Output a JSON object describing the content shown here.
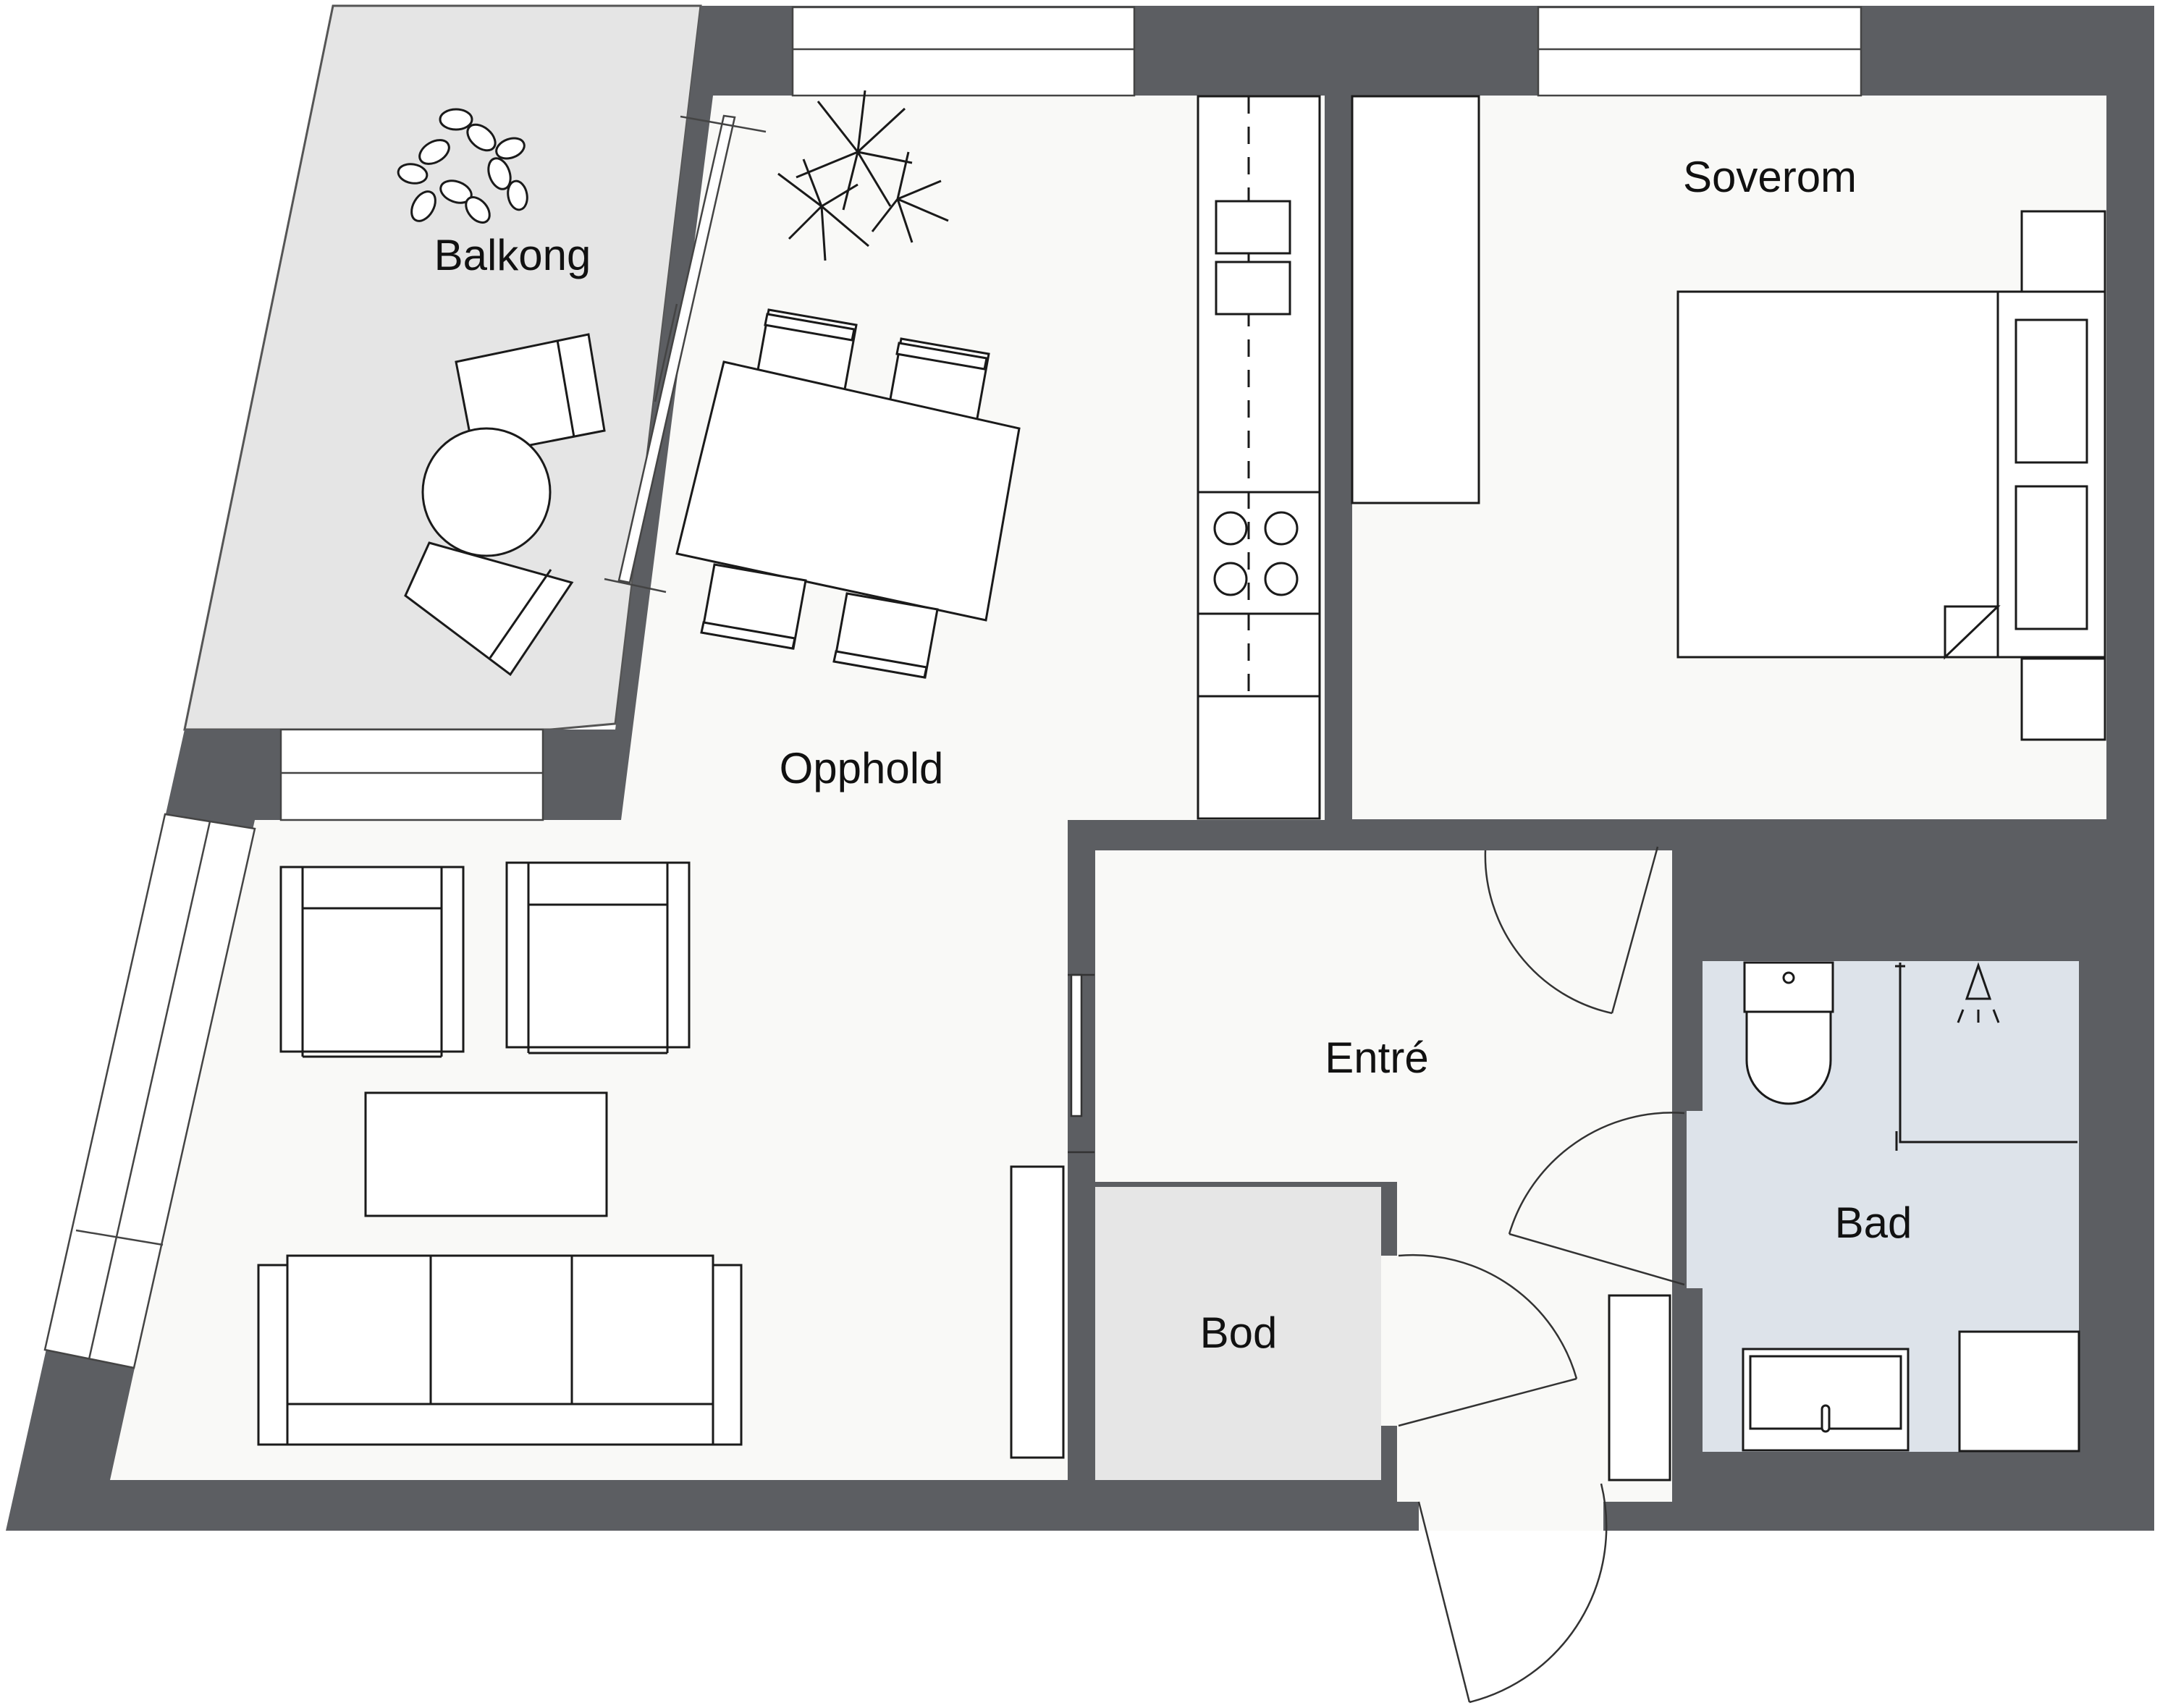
{
  "rooms": {
    "balkong": "Balkong",
    "opphold": "Opphold",
    "soverom": "Soverom",
    "entre": "Entré",
    "bod": "Bod",
    "bad": "Bad"
  },
  "colors": {
    "wall": "#5c5e62",
    "floor": "#f9f9f7",
    "balcony": "#e5e5e5",
    "storage": "#e6e6e6",
    "bathroom": "#dde3ea",
    "outline": "#1a1a1a"
  }
}
